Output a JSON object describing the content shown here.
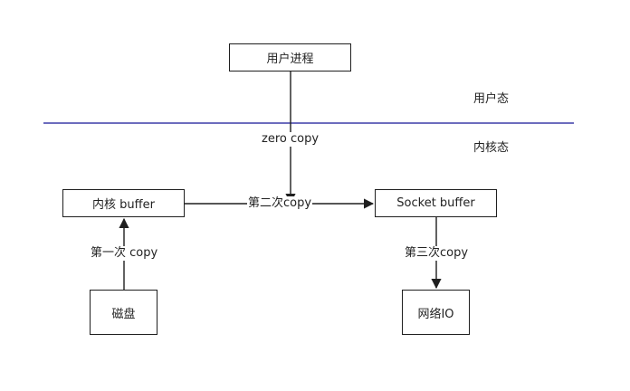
{
  "diagram": {
    "nodes": {
      "user_process": "用户进程",
      "kernel_buffer": "内核 buffer",
      "socket_buffer": "Socket buffer",
      "disk": "磁盘",
      "network_io": "网络IO"
    },
    "zones": {
      "user_space": "用户态",
      "kernel_space": "内核态"
    },
    "edges": {
      "zero_copy": "zero copy",
      "first_copy": "第一次 copy",
      "second_copy": "第二次copy",
      "third_copy": "第三次copy"
    },
    "colors": {
      "boundary_line": "#3b3ba8",
      "stroke": "#1f1f1f"
    }
  }
}
